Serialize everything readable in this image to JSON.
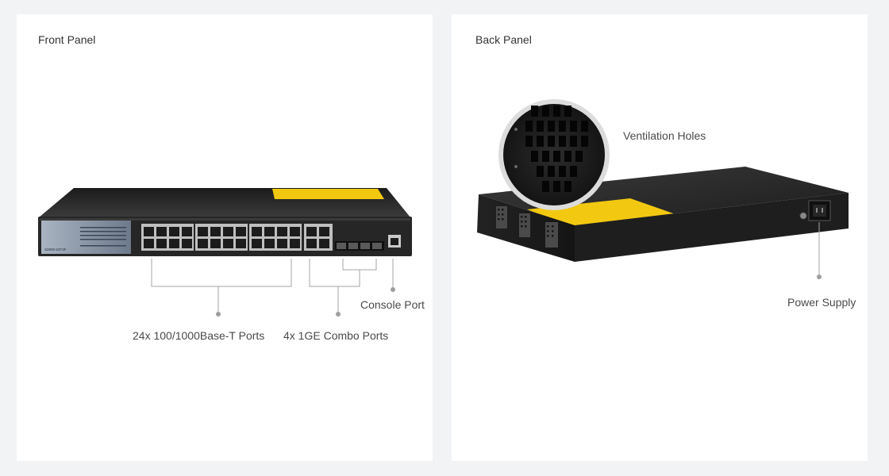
{
  "front_panel": {
    "title": "Front Panel",
    "device_model_label": "S2800-24T4F",
    "callouts": {
      "ports": "24x 100/1000Base-T Ports",
      "combo": "4x 1GE Combo Ports",
      "console": "Console Port"
    }
  },
  "back_panel": {
    "title": "Back Panel",
    "callouts": {
      "ventilation": "Ventilation Holes",
      "power": "Power Supply"
    }
  },
  "colors": {
    "chassis": "#2a2a2a",
    "faceplate": "#1a1a1a",
    "sticker": "#f2c811",
    "leader_line": "#a6a6a6",
    "leader_dot": "#9e9e9e"
  },
  "icons": [
    "rj45-port-icon",
    "sfp-slot-icon",
    "console-port-icon",
    "power-inlet-icon",
    "ground-screw-icon",
    "vent-grille-icon"
  ]
}
